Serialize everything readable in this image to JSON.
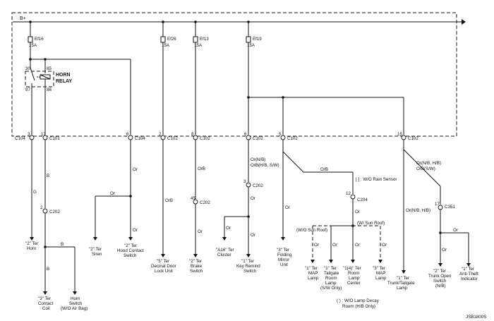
{
  "power": {
    "bplus": "B+"
  },
  "fuses": [
    {
      "name": "Ef16",
      "amp": "15A"
    },
    {
      "name": "Ef26",
      "amp": "15A"
    },
    {
      "name": "Ef13",
      "amp": "15A"
    },
    {
      "name": "Ef19",
      "amp": "15A"
    }
  ],
  "relay": {
    "line1": "HORN",
    "line2": "RELAY",
    "pin30": "30",
    "pin85": "85",
    "pin87": "87",
    "pin86": "86"
  },
  "connectors": {
    "c104a": "C104",
    "c104a_pin": "3",
    "c101": "C101",
    "c101_pin": "17",
    "c104b": "C104",
    "c104b_pin": "6",
    "c102a": "C102",
    "c102a_pin": "2",
    "c102b": "C102",
    "c102b_pin": "8",
    "c102c": "C102",
    "c102c_pin": "6",
    "c102d": "C102",
    "c102d_pin": "5",
    "c102e": "C102",
    "c102e_pin": "15",
    "c202a": "C202",
    "c202a_pin": "2",
    "c202b": "C202",
    "c202b_pin": "45",
    "c202c": "C202",
    "c202c_pin": "3",
    "c204": "C204",
    "c204_pin": "12",
    "c351": "C351",
    "c351_pin": "17"
  },
  "wires": {
    "g": "G",
    "b1": "B",
    "b2": "B",
    "b3": "B",
    "or_siren": "Or",
    "or_hood": "Or",
    "or_hood2": "Or",
    "orb_decor": "OrB",
    "orb_brake1": "OrB",
    "or_brake2": "Or",
    "or_nb": "Or(N/B)",
    "orb_hbsw": "OrB(H/B, S/W)",
    "or_key": "Or",
    "or_key2": "Or",
    "or_cluster": "Or",
    "orb_rain": "OrB",
    "or_mirror": "Or",
    "or_c204": "Or",
    "or_map1": "Or",
    "or_tailgate": "Or",
    "or_room": "Or",
    "or_map2": "Or",
    "or_trunk": "Or(N/B, H/B)",
    "or_nb_hb": "Or(N/B, H/B)",
    "orb_sw": "OrB(S/W)",
    "or_trunksw": "Or",
    "or_antitheft": "Or"
  },
  "notes": {
    "rain": "[ ] : W/O Rain Sensor",
    "sunroof_wo": "(W/O Sun Roof)",
    "sunroof_w": "(W/ Sun Roof)",
    "lamp_decay1": "( ) : W/O Lamp Decay",
    "lamp_decay2": "Room (H/B Only)"
  },
  "loads": {
    "horn": [
      "\"2\" Ter",
      "Horn"
    ],
    "contact_coil": [
      "\"3\" Ter",
      "Contact",
      "Coil"
    ],
    "horn_switch": [
      "Horn",
      "Switch",
      "(W/O Air Bag)"
    ],
    "siren": [
      "\"2\" Ter",
      "Siren"
    ],
    "hood": [
      "\"2\" Ter",
      "Hood Contact",
      "Switch"
    ],
    "door_lock": [
      "\"5\" Ter",
      "Decinal Door",
      "Lock Unit"
    ],
    "brake": [
      "\"2\" Ter",
      "Brake",
      "Switch"
    ],
    "cluster": [
      "\"A16\" Ter",
      "Cluster"
    ],
    "key_remind": [
      "\"1\" Ter",
      "Key Remind",
      "Switch"
    ],
    "folding_mirror": [
      "\"3\" Ter",
      "Folding",
      "Mirror",
      "Unit"
    ],
    "map1": [
      "\"1\" Ter",
      "MAP",
      "Lamp"
    ],
    "tailgate_room": [
      "\"1\" Ter",
      "Tailgate",
      "Room",
      "Lamp",
      "(S/W Only)"
    ],
    "room_center": [
      "\"1(4)\" Ter",
      "Room",
      "Lamp",
      "Center"
    ],
    "map2": [
      "\"3\" Ter",
      "MAP",
      "Lamp"
    ],
    "trunk_lamp": [
      "\"1\" Ter",
      "Trunk/Tailgate",
      "Lamp"
    ],
    "trunk_open": [
      "\"2\" Ter",
      "Trunk Open",
      "Switch",
      "(N/B)"
    ],
    "antitheft": [
      "\"1\" Ter",
      "Anti-Theft",
      "Indicator"
    ]
  },
  "figure_id": "JSB1800S"
}
